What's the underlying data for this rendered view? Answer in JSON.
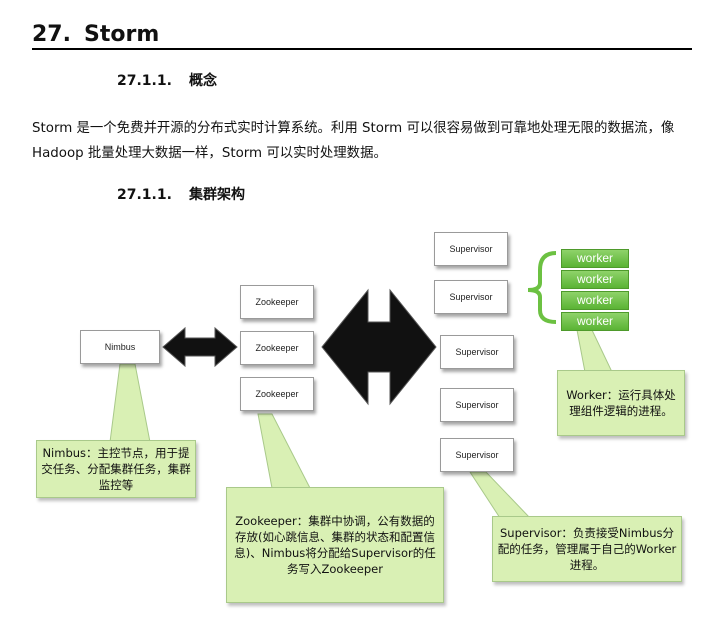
{
  "heading": {
    "number": "27.",
    "title": "Storm"
  },
  "section1": {
    "number": "27.1.1.",
    "title": "概念"
  },
  "paragraph": {
    "text": "Storm 是一个免费并开源的分布式实时计算系统。利用 Storm 可以很容易做到可靠地处理无限的数据流，像 Hadoop 批量处理大数据一样，Storm 可以实时处理数据。"
  },
  "section2": {
    "number": "27.1.1.",
    "title": "集群架构"
  },
  "diagram": {
    "nimbus": "Nimbus",
    "zookeepers": [
      "Zookeeper",
      "Zookeeper",
      "Zookeeper"
    ],
    "supervisors": [
      "Supervisor",
      "Supervisor",
      "Supervisor",
      "Supervisor",
      "Supervisor"
    ],
    "workers": [
      "worker",
      "worker",
      "worker",
      "worker"
    ],
    "callouts": {
      "nimbus": "Nimbus：主控节点，用于提交任务、分配集群任务，集群监控等",
      "zookeeper": "Zookeeper：集群中协调，公有数据的存放(如心跳信息、集群的状态和配置信息)、Nimbus将分配给Supervisor的任务写入Zookeeper",
      "supervisor": "Supervisor：负责接受Nimbus分配的任务，管理属于自己的Worker进程。",
      "worker": "Worker：运行具体处理组件逻辑的进程。"
    },
    "colors": {
      "callout_fill": "#d9f0b4",
      "worker_fill": "#6cc142",
      "arrow_fill": "#111111"
    }
  }
}
